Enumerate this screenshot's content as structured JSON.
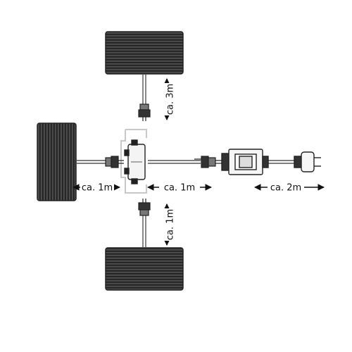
{
  "labels": {
    "top_cable": "ca. 3m",
    "left_cable": "ca. 1m",
    "right_cable": "ca. 1m",
    "bottom_cable": "ca. 1m",
    "power_cable": "ca. 2m"
  },
  "colors": {
    "panel": "#3a3a3a",
    "cable": "#555555",
    "guide": "#c8c8c8",
    "ink": "#111111"
  }
}
